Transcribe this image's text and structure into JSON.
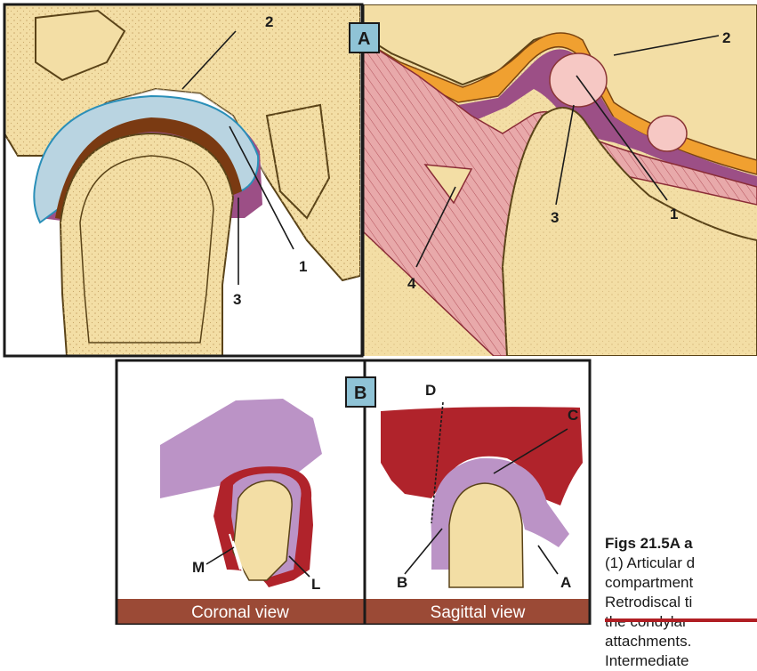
{
  "figure_a": {
    "tag": "A",
    "coronal_labels": {
      "disc": "1",
      "upper_compartment": "2",
      "lower_compartment": "3"
    },
    "sagittal_labels": {
      "disc": "1",
      "upper_compartment": "2",
      "lower_compartment": "3",
      "muscle": "4"
    }
  },
  "figure_b": {
    "tag": "B",
    "coronal_labels": {
      "medial": "M",
      "lateral": "L"
    },
    "sagittal_labels": {
      "anterior": "A",
      "posterior": "B",
      "intermediate": "C",
      "retrodiscal": "D"
    },
    "coronal_view_label": "Coronal view",
    "sagittal_view_label": "Sagittal view"
  },
  "caption": {
    "title": "Figs 21.5A a",
    "lines": [
      "(1) Articular d",
      "compartment",
      "Retrodiscal ti",
      "the condylar",
      "attachments.",
      "Intermediate"
    ]
  },
  "colors": {
    "bone": "#f3dea5",
    "bone_outline": "#5a4318",
    "disc": "#b9d4e1",
    "synovial": "#9c4f86",
    "cartilage": "#7a3a12",
    "muscle": "#e3a3a5",
    "fibrous": "#f0a030",
    "tag_box": "#8fc3d6",
    "retrodiscal": "#b0232b",
    "disc_b": "#bb93c6",
    "view_bar": "#9b4a36",
    "caption_rule": "#b01e23"
  }
}
